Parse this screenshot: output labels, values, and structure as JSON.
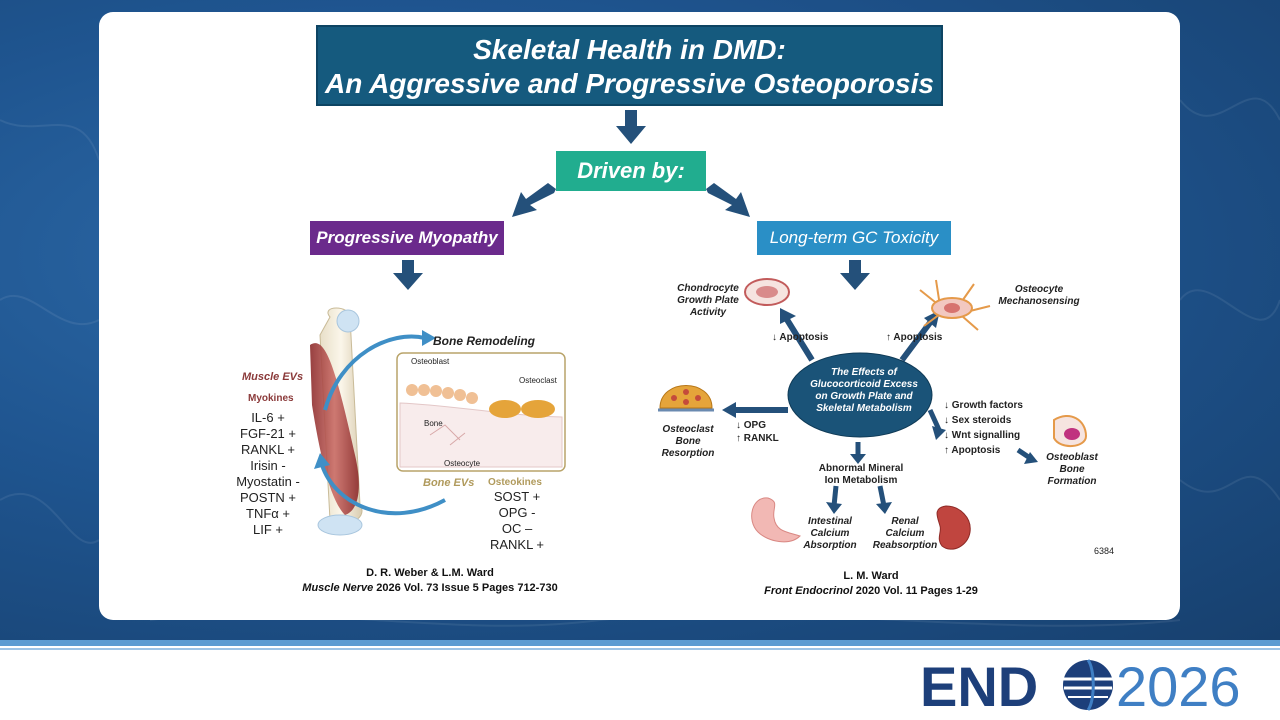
{
  "title": {
    "line1": "Skeletal Health in DMD:",
    "line2": "An Aggressive and Progressive Osteoporosis"
  },
  "driven_by": "Driven by:",
  "left_branch": {
    "label": "Progressive Myopathy",
    "bone_remodeling": "Bone Remodeling",
    "osteoblast": "Osteoblast",
    "osteoclast": "Osteoclast",
    "bone": "Bone",
    "osteocyte": "Osteocyte",
    "muscle_evs": "Muscle EVs",
    "myokines_title": "Myokines",
    "myokines": [
      "IL-6 +",
      "FGF-21 +",
      "RANKL +",
      "Irisin -",
      "Myostatin -",
      "POSTN +",
      "TNFα +",
      "LIF +"
    ],
    "bone_evs": "Bone EVs",
    "osteokines_title": "Osteokines",
    "osteokines": [
      "SOST +",
      "OPG -",
      "OC –",
      "RANKL +"
    ],
    "citation_authors": "D. R. Weber & L.M. Ward",
    "citation_journal": "Muscle Nerve",
    "citation_rest": " 2026 Vol. 73 Issue 5 Pages 712-730"
  },
  "right_branch": {
    "label": "Long-term GC Toxicity",
    "center": [
      "The Effects of",
      "Glucocorticoid Excess",
      "on Growth Plate and",
      "Skeletal Metabolism"
    ],
    "chondrocyte": [
      "Chondrocyte",
      "Growth Plate",
      "Activity"
    ],
    "apoptosis": "Apoptosis",
    "osteocyte_mech": [
      "Osteocyte",
      "Mechanosensing"
    ],
    "opg": "OPG",
    "rankl": "RANKL",
    "osteoclast_res": [
      "Osteoclast",
      "Bone",
      "Resorption"
    ],
    "right_list": [
      "Growth factors",
      "Sex steroids",
      "Wnt signalling",
      "Apoptosis"
    ],
    "osteoblast_form": [
      "Osteoblast",
      "Bone",
      "Formation"
    ],
    "abnormal": [
      "Abnormal Mineral",
      "Ion Metabolism"
    ],
    "intestinal": [
      "Intestinal",
      "Calcium",
      "Absorption"
    ],
    "renal": [
      "Renal",
      "Calcium",
      "Reabsorption"
    ],
    "code": "6384",
    "citation_authors": "L. M. Ward",
    "citation_journal": "Front Endocrinol",
    "citation_rest": " 2020 Vol. 11 Pages 1-29"
  },
  "footer": {
    "logo_end": "END",
    "logo_year": "2026"
  },
  "colors": {
    "title_bg": "#155a7e",
    "driven_bg": "#21ad8f",
    "myopathy_bg": "#6b2a8c",
    "gc_bg": "#2a8fc6",
    "muscle_evs": "#8b3a3a",
    "bone_evs": "#b09a5c",
    "logo_navy": "#1d3f7a",
    "logo_light": "#3f7fc4"
  }
}
